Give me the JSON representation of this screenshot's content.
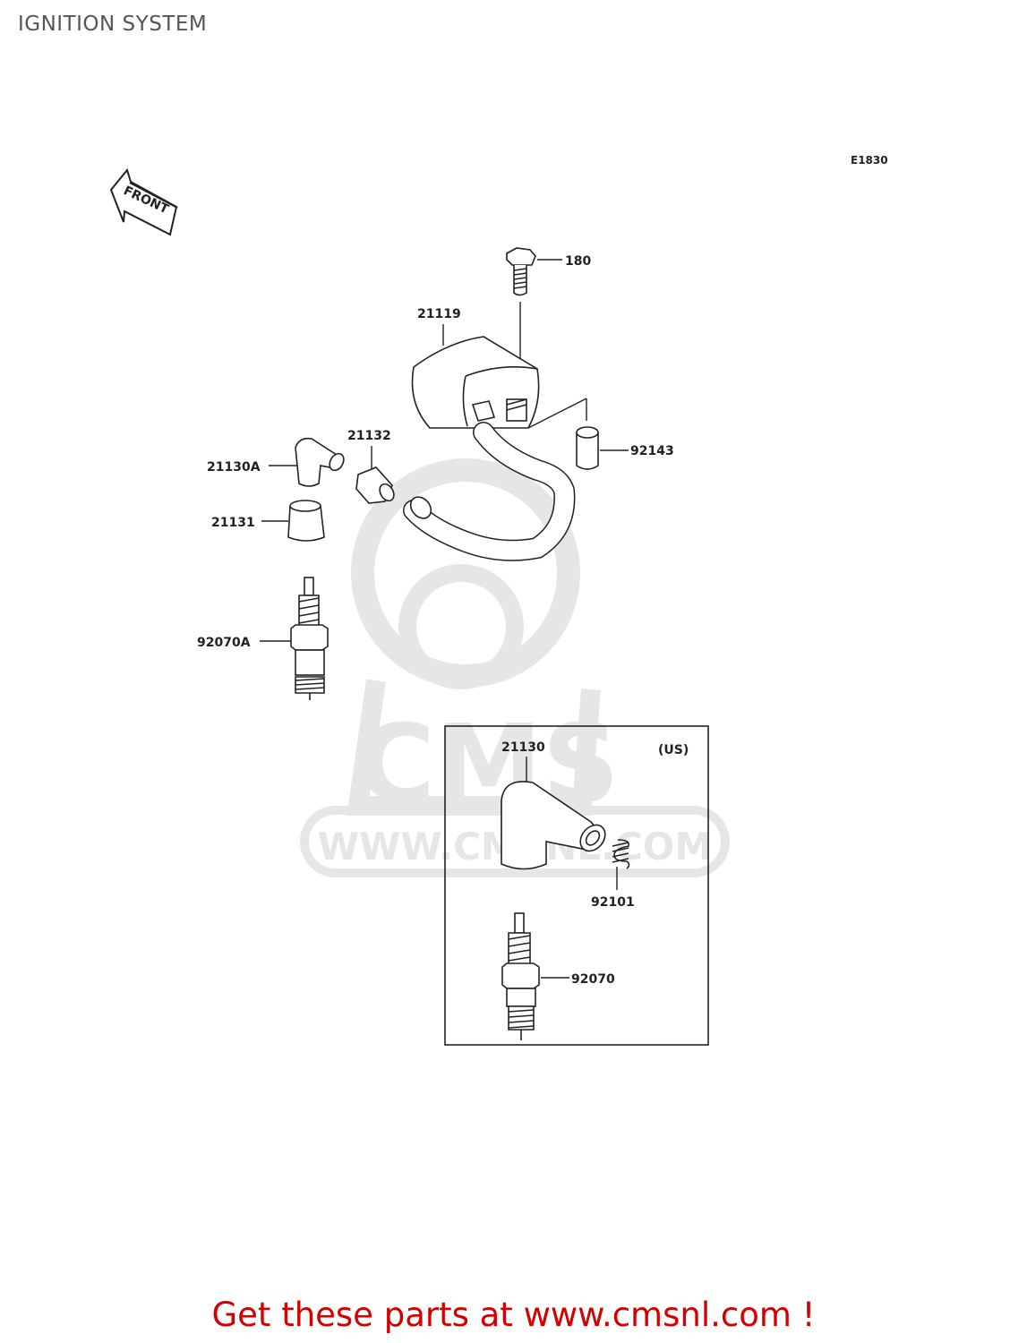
{
  "page_title": "IGNITION SYSTEM",
  "diagram_code": "E1830",
  "front_label": "FRONT",
  "inset_label": "(US)",
  "watermark": {
    "brand": "CMS",
    "url": "WWW.CMSNL.COM"
  },
  "parts": [
    {
      "number": "180"
    },
    {
      "number": "21119"
    },
    {
      "number": "21132"
    },
    {
      "number": "21130A"
    },
    {
      "number": "92143"
    },
    {
      "number": "21131"
    },
    {
      "number": "92070A"
    },
    {
      "number": "21130"
    },
    {
      "number": "92101"
    },
    {
      "number": "92070"
    }
  ],
  "promo_text": "Get these parts at www.cmsnl.com !",
  "colors": {
    "line": "#222222",
    "watermark": "#e6e6e6",
    "promo": "#d40000"
  }
}
